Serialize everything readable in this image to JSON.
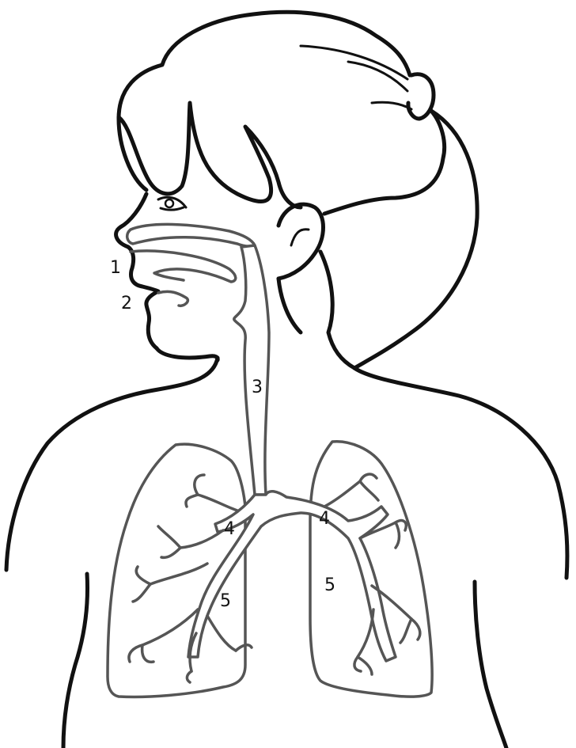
{
  "colors": {
    "background": "#ffffff",
    "body_outline": "#111111",
    "organ_outline": "#555555"
  },
  "labels": {
    "nose": "1",
    "mouth": "2",
    "trachea": "3",
    "bronchi_left": "4",
    "bronchi_right": "4",
    "lung_left": "5",
    "lung_right": "5"
  }
}
